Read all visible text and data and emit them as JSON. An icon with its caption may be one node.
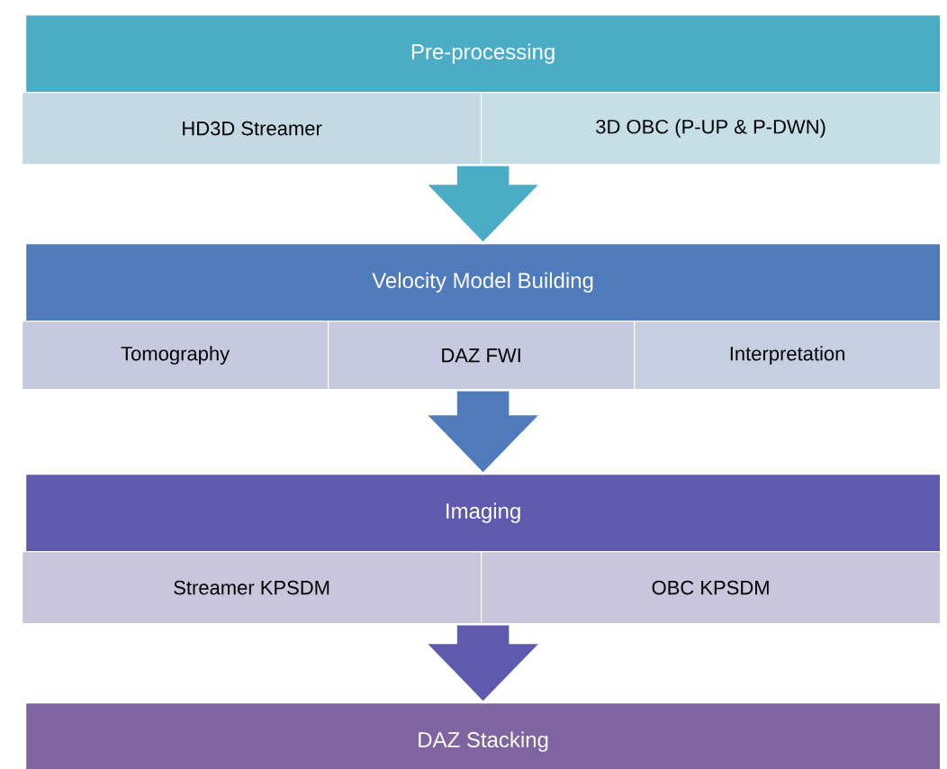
{
  "diagram": {
    "nodes": [
      {
        "text": [
          "Pre-processing"
        ]
      },
      {
        "text": [
          "HD3D Streamer"
        ]
      },
      {
        "text": [
          "3D OBC (P-UP & P-DWN)"
        ]
      },
      {
        "text": [
          "Velocity Model Building"
        ]
      },
      {
        "text": [
          "Tomography"
        ]
      },
      {
        "text": [
          "DAZ FWI"
        ]
      },
      {
        "text": [
          "Interpretation"
        ]
      },
      {
        "text": [
          "Imaging"
        ]
      },
      {
        "text": [
          "Streamer KPSDM"
        ]
      },
      {
        "text": [
          "OBC KPSDM"
        ]
      },
      {
        "text": [
          "DAZ Stacking"
        ]
      }
    ],
    "edges": [
      {
        "from": 0,
        "to": 3,
        "arrow": "to",
        "color": "#4bacc6"
      },
      {
        "from": 3,
        "to": 7,
        "arrow": "to",
        "color": "#4f7bbd"
      },
      {
        "from": 7,
        "to": 10,
        "arrow": "to",
        "color": "#5f5aad"
      }
    ]
  }
}
